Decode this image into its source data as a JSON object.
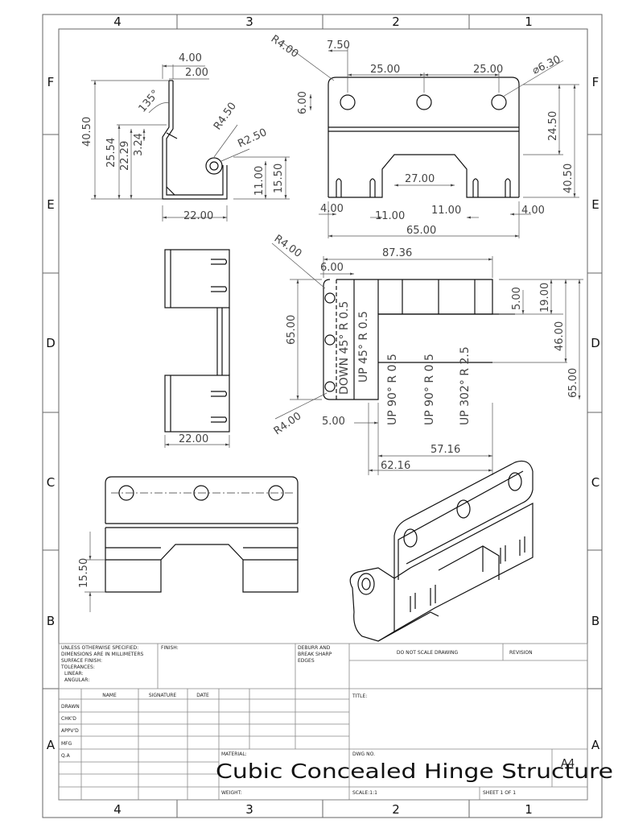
{
  "zones": {
    "columns": [
      "4",
      "3",
      "2",
      "1"
    ],
    "rows": [
      "F",
      "E",
      "D",
      "C",
      "B",
      "A"
    ]
  },
  "title_block": {
    "notes": [
      "UNLESS OTHERWISE SPECIFIED:",
      "DIMENSIONS ARE IN MILLIMETERS",
      "SURFACE FINISH:",
      "TOLERANCES:",
      "LINEAR:",
      "ANGULAR:"
    ],
    "finish": "FINISH:",
    "deburr": [
      "DEBURR AND",
      "BREAK SHARP",
      "EDGES"
    ],
    "do_not_scale": "DO NOT SCALE DRAWING",
    "revision": "REVISION",
    "headers": {
      "name": "NAME",
      "signature": "SIGNATURE",
      "date": "DATE"
    },
    "roles": [
      "DRAWN",
      "CHK'D",
      "APPV'D",
      "MFG",
      "Q.A"
    ],
    "title_label": "TITLE:",
    "material_label": "MATERIAL:",
    "dwg_no_label": "DWG NO.",
    "weight_label": "WEIGHT:",
    "scale": "SCALE:1:1",
    "sheet": "SHEET 1 OF 1",
    "size": "A4",
    "part_title": "Cubic Concealed Hinge Structure"
  },
  "dimensions": {
    "side": [
      "4.00",
      "2.00",
      "135°",
      "40.50",
      "25.54",
      "22.29",
      "3.24",
      "R4.50",
      "R2.50",
      "11.00",
      "15.50",
      "22.00"
    ],
    "front": [
      "R4.00",
      "7.50",
      "25.00",
      "25.00",
      "⌀6.30",
      "6.00",
      "24.50",
      "40.50",
      "27.00",
      "4.00",
      "11.00",
      "11.00",
      "4.00",
      "65.00"
    ],
    "flat": [
      "R4.00",
      "87.36",
      "6.00",
      "5.00",
      "19.00",
      "46.00",
      "65.00",
      "65.00",
      "R4.00",
      "5.00",
      "57.16",
      "62.16"
    ],
    "bend_notes": [
      "DOWN  45°  R 0.5",
      "UP  45°  R 0.5",
      "UP  90°  R 0.5",
      "UP  90°  R 0.5",
      "UP  302°  R 2.5"
    ],
    "side2": [
      "22.00"
    ],
    "bottom": [
      "15.50"
    ]
  }
}
